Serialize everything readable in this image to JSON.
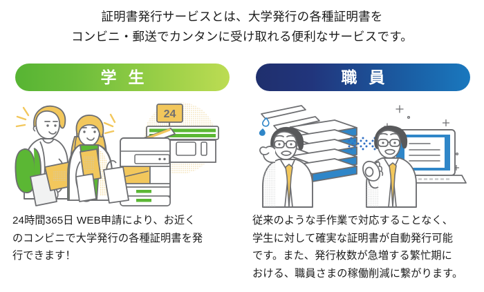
{
  "header": {
    "lines": [
      "証明書発行サービスとは、大学発行の各種証明書を",
      "コンビニ・郵送でカンタンに受け取れる便利なサービスです。"
    ]
  },
  "columns": [
    {
      "id": "student",
      "banner_label": "学生",
      "banner_gradient_from": "#57b433",
      "banner_gradient_to": "#bcdc53",
      "illustration": {
        "name": "students-convenience-store-copier",
        "store_sign_text": "24",
        "elements": [
          "student-male-with-backpack",
          "student-female-with-bag",
          "convenience-store",
          "multifunction-copier",
          "dotted-circle-backdrop"
        ]
      },
      "body_lines": [
        "24時間365日 WEB申請により、お近く",
        "のコンビニで大学発行の各種証明書を発",
        "行できます！"
      ]
    },
    {
      "id": "staff",
      "banner_label": "職員",
      "banner_gradient_from": "#1f2f6d",
      "banner_gradient_to": "#1a78be",
      "illustration": {
        "name": "staff-paperwork-to-automation",
        "elements": [
          "stressed-staff-member",
          "stack-of-documents",
          "dotted-arrow",
          "happy-staff-member-ok-sign",
          "laptop"
        ]
      },
      "body_lines": [
        "従来のような手作業で対応することなく、",
        "学生に対して確実な証明書が自動発行可能",
        "です。また、発行枚数が急増する繁忙期に",
        "おける、職員さまの稼働削減に繋がります。"
      ]
    }
  ],
  "palette": {
    "ink": "#6d6e71",
    "green": "#5bb734",
    "yellow": "#f2c75c",
    "blue": "#2f86c8",
    "navy": "#1f2f6d",
    "beige": "#f6e7c6",
    "text": "#1c1c1c"
  }
}
